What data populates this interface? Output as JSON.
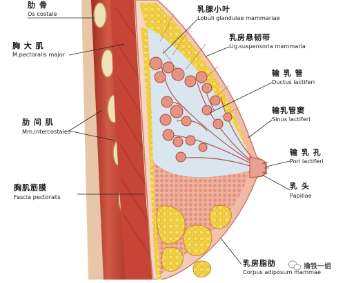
{
  "labels": [
    {
      "id": "os-costale",
      "zh": "肋 骨",
      "latin": "Os costale"
    },
    {
      "id": "m-pectoralis-major",
      "zh": "胸 大 肌",
      "latin": "M.pectoralis major"
    },
    {
      "id": "mm-intercostales",
      "zh": "肋 间 肌",
      "latin": "Mm.intercostales"
    },
    {
      "id": "fascia-pectoralis",
      "zh": "胸肌筋膜",
      "latin": "Fascia pectoralis"
    },
    {
      "id": "lobuli-glandulae",
      "zh": "乳腺小叶",
      "latin": "Lobuli glandulae mammariae"
    },
    {
      "id": "lig-suspensoria",
      "zh": "乳房悬韧带",
      "latin": "Lig.suspensoria mammaria"
    },
    {
      "id": "ductus-lactiferi",
      "zh": "输 乳 管",
      "latin": "Ductus lactiferi"
    },
    {
      "id": "sinus-lactiferi",
      "zh": "输乳管窦",
      "latin": "Sinus lactiferi"
    },
    {
      "id": "pori-lactiferi",
      "zh": "输 乳 孔",
      "latin": "Pori lactiferi"
    },
    {
      "id": "papillae",
      "zh": "乳 头",
      "latin": "Papillae"
    },
    {
      "id": "corpus-adiposum",
      "zh": "乳房脂肪",
      "latin": "Corpus adiposum mammae"
    }
  ],
  "watermark": {
    "text": "撸铁一姐",
    "icon": "wechat-icon"
  },
  "colors": {
    "muscle": "#c94a3a",
    "fat": "#f0cc3a",
    "gland": "#e79a86",
    "skin": "#f3c4b2",
    "rib": "#efe2b8"
  }
}
